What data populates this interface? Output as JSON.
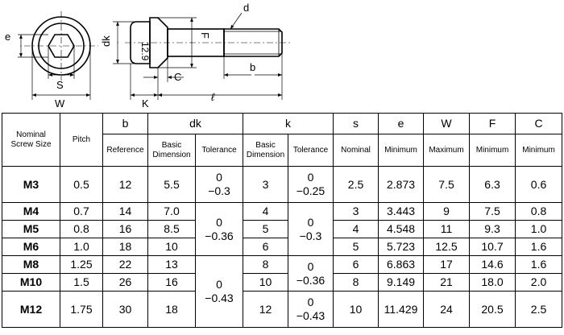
{
  "drawing_labels": {
    "e": "e",
    "s": "S",
    "w": "W",
    "dk": "dk",
    "f": "F",
    "d": "d",
    "c": "C",
    "k": "K",
    "b": "b",
    "l": "ℓ",
    "marking": "12.9"
  },
  "header": {
    "nominal": [
      "Nominal",
      "Screw Size"
    ],
    "pitch": "Pitch",
    "b": "b",
    "dk": "dk",
    "k": "k",
    "s": "s",
    "e": "e",
    "w": "W",
    "f": "F",
    "c": "C",
    "reference": "Reference",
    "basic": [
      "Basic",
      "Dimension"
    ],
    "tolerance": "Tolerance",
    "nominal_sub": "Nominal",
    "minimum": "Minimum",
    "maximum": "Maximum"
  },
  "rows": [
    {
      "size": "M3",
      "pitch": "0.5",
      "b": "12",
      "dk": "5.5",
      "k": "3",
      "s": "2.5",
      "e": "2.873",
      "w": "7.5",
      "f": "6.3",
      "c": "0.6"
    },
    {
      "size": "M4",
      "pitch": "0.7",
      "b": "14",
      "dk": "7.0",
      "k": "4",
      "s": "3",
      "e": "3.443",
      "w": "9",
      "f": "7.5",
      "c": "0.8"
    },
    {
      "size": "M5",
      "pitch": "0.8",
      "b": "16",
      "dk": "8.5",
      "k": "5",
      "s": "4",
      "e": "4.548",
      "w": "11",
      "f": "9.3",
      "c": "1.0"
    },
    {
      "size": "M6",
      "pitch": "1.0",
      "b": "18",
      "dk": "10",
      "k": "6",
      "s": "5",
      "e": "5.723",
      "w": "12.5",
      "f": "10.7",
      "c": "1.6"
    },
    {
      "size": "M8",
      "pitch": "1.25",
      "b": "22",
      "dk": "13",
      "k": "8",
      "s": "6",
      "e": "6.863",
      "w": "17",
      "f": "14.6",
      "c": "1.6"
    },
    {
      "size": "M10",
      "pitch": "1.5",
      "b": "26",
      "dk": "16",
      "k": "10",
      "s": "8",
      "e": "9.149",
      "w": "21",
      "f": "18.0",
      "c": "2.0"
    },
    {
      "size": "M12",
      "pitch": "1.75",
      "b": "30",
      "dk": "18",
      "k": "12",
      "s": "10",
      "e": "11.429",
      "w": "24",
      "f": "20.5",
      "c": "2.5"
    }
  ],
  "dk_tolerances": [
    {
      "upper": "0",
      "lower": "−0.3"
    },
    {
      "upper": "0",
      "lower": "−0.36"
    },
    {
      "upper": "0",
      "lower": "−0.43"
    }
  ],
  "k_tolerances": [
    {
      "upper": "0",
      "lower": "−0.25"
    },
    {
      "upper": "0",
      "lower": "−0.3"
    },
    {
      "upper": "0",
      "lower": "−0.36"
    },
    {
      "upper": "0",
      "lower": "−0.43"
    }
  ]
}
